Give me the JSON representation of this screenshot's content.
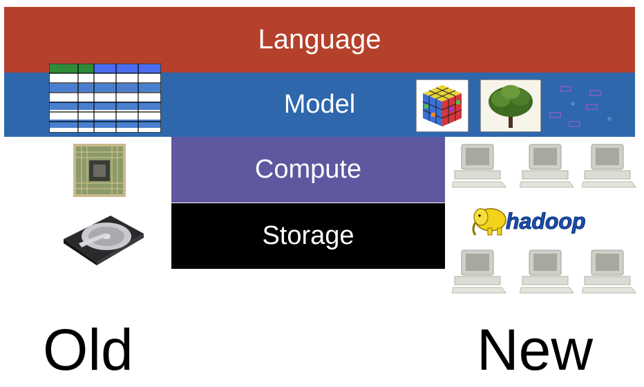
{
  "layers": {
    "language": "Language",
    "model": "Model",
    "compute": "Compute",
    "storage": "Storage"
  },
  "captions": {
    "old": "Old",
    "new": "New"
  },
  "logo": {
    "hadoop": "hadoop"
  },
  "colors": {
    "language": "#b5402c",
    "model": "#2f67ad",
    "compute": "#5d58a0",
    "storage": "#000000"
  },
  "icons": [
    "table-icon",
    "rubiks-cube-icon",
    "tree-icon",
    "graph-icon",
    "cpu-chip-icon",
    "hard-drive-icon",
    "desktop-computer-icon",
    "hadoop-elephant-icon"
  ]
}
